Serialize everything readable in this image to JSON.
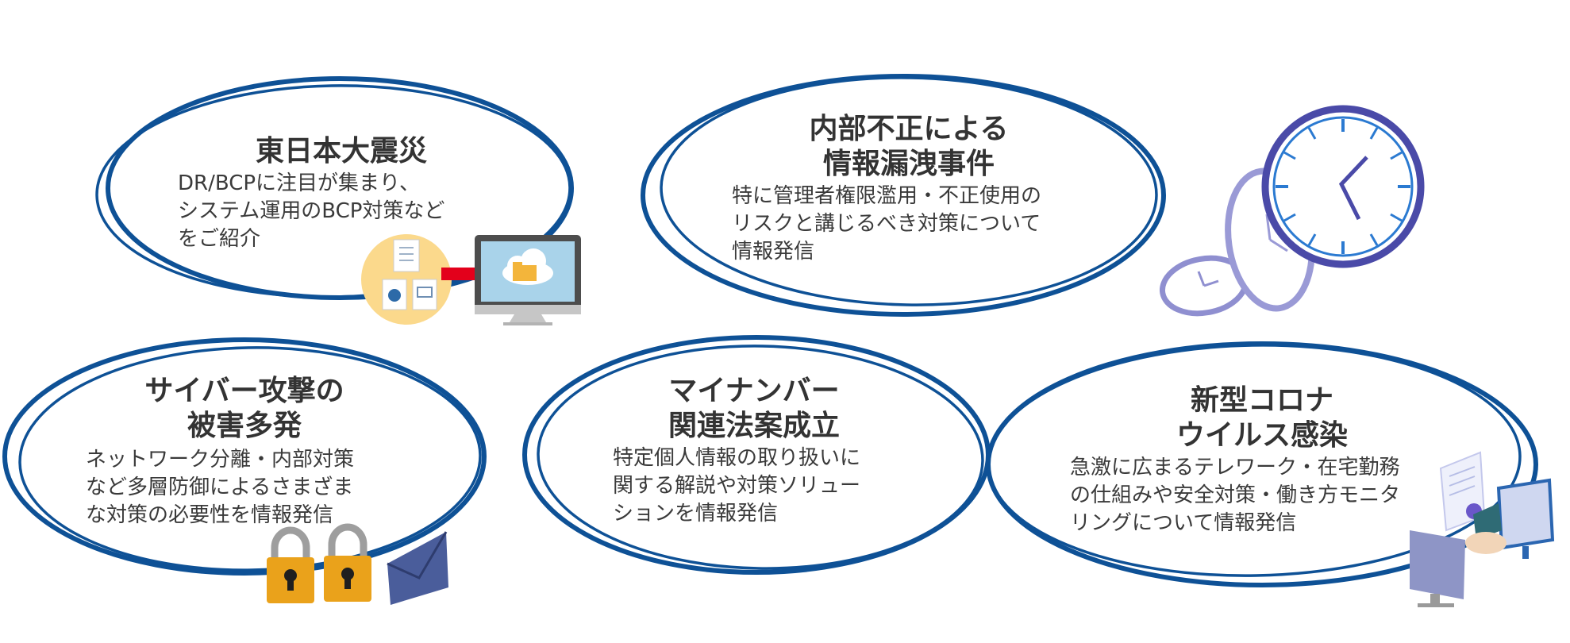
{
  "colors": {
    "ring": "#0e5196",
    "text": "#333333"
  },
  "topics": [
    {
      "title": [
        "東日本大震災"
      ],
      "body": [
        "DR/BCPに注目が集まり、",
        "システム運用のBCP対策など",
        "をご紹介"
      ],
      "icon": "cloud-backup-icon"
    },
    {
      "title": [
        "内部不正による",
        "情報漏洩事件"
      ],
      "body": [
        "特に管理者権限濫用・不正使用の",
        "リスクと講じるべき対策について",
        "情報発信"
      ],
      "icon": "clocks-icon"
    },
    {
      "title": [
        "サイバー攻撃の",
        "被害多発"
      ],
      "body": [
        "ネットワーク分離・内部対策",
        "など多層防御によるさまざま",
        "な対策の必要性を情報発信"
      ],
      "icon": "padlocks-envelope-icon"
    },
    {
      "title": [
        "マイナンバー",
        "関連法案成立"
      ],
      "body": [
        "特定個人情報の取り扱いに",
        "関する解説や対策ソリュー",
        "ションを情報発信"
      ],
      "icon": ""
    },
    {
      "title": [
        "新型コロナ",
        "ウイルス感染"
      ],
      "body": [
        "急激に広まるテレワーク・在宅勤務",
        "の仕組みや安全対策・働き方モニタ",
        "リングについて情報発信"
      ],
      "icon": "remote-contract-icon"
    }
  ]
}
